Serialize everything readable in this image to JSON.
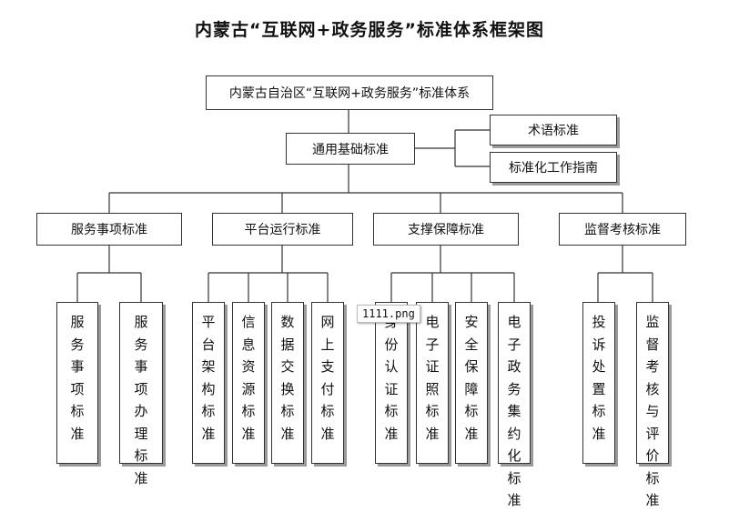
{
  "title": "内蒙古“互联网+政务服务”标准体系框架图",
  "root": "内蒙古自治区“互联网+政务服务”标准体系",
  "common": "通用基础标准",
  "common_children": [
    "术语标准",
    "标准化工作指南"
  ],
  "categories": [
    {
      "label": "服务事项标准",
      "children": [
        "服务事项标准",
        "服务事项办理标准"
      ]
    },
    {
      "label": "平台运行标准",
      "children": [
        "平台架构标准",
        "信息资源标准",
        "数据交换标准",
        "网上支付标准"
      ]
    },
    {
      "label": "支撑保障标准",
      "children": [
        "身份认证标准",
        "电子证照标准",
        "安全保障标准",
        "电子政务集约化标准"
      ]
    },
    {
      "label": "监督考核标准",
      "children": [
        "投诉处置标准",
        "监督考核与评价标准"
      ]
    }
  ],
  "tooltip": "1111.png"
}
